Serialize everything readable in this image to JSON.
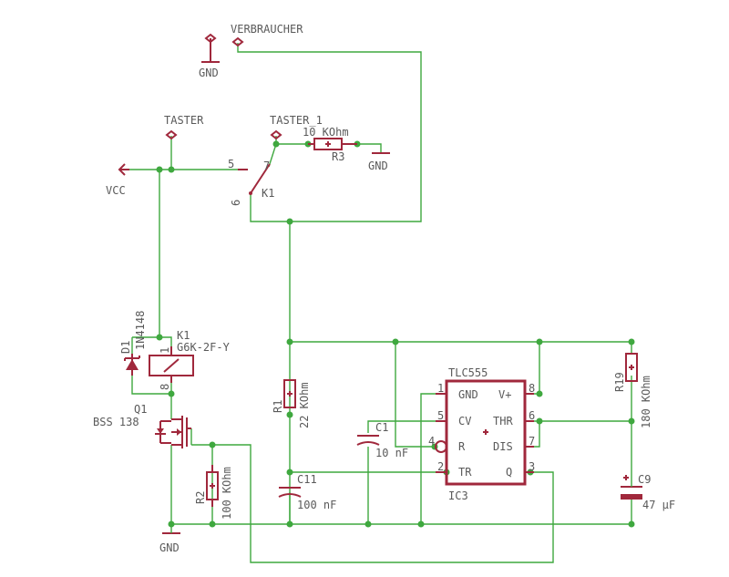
{
  "labels": {
    "verbraucher": "VERBRAUCHER",
    "gnd_top": "GND",
    "taster": "TASTER",
    "taster_1": "TASTER_1",
    "r3_value": "10 KOhm",
    "r3_name": "R3",
    "gnd_r3": "GND",
    "vcc": "VCC",
    "k1_contact": "K1",
    "pin5": "5",
    "pin7": "7",
    "pin6": "6",
    "d1_name": "D1",
    "d1_value": "1N4148",
    "k1_coil": "K1",
    "k1_type": "G6K-2F-Y",
    "pin1": "1",
    "pin8": "8",
    "q1_name": "Q1",
    "q1_value": "BSS 138",
    "r2_name": "R2",
    "r2_value": "100 KOhm",
    "gnd_bottom": "GND",
    "r1_name": "R1",
    "r1_value": "22 KOhm",
    "c11_name": "C11",
    "c11_value": "100 nF",
    "c1_name": "C1",
    "c1_value": "10 nF",
    "ic_name": "TLC555",
    "ic_ref": "IC3",
    "ic_gnd": "GND",
    "ic_vplus": "V+",
    "ic_cv": "CV",
    "ic_thr": "THR",
    "ic_r": "R",
    "ic_dis": "DIS",
    "ic_tr": "TR",
    "ic_q": "Q",
    "icpin1": "1",
    "icpin5": "5",
    "icpin4": "4",
    "icpin2": "2",
    "icpin8": "8",
    "icpin6": "6",
    "icpin7": "7",
    "icpin3": "3",
    "r19_name": "R19",
    "r19_value": "180 KOhm",
    "c9_name": "C9",
    "c9_value": "47 µF"
  },
  "colors": {
    "wire": "#3fa83f",
    "part": "#a0283c",
    "text": "#5a5a5a",
    "background": "#ffffff"
  }
}
